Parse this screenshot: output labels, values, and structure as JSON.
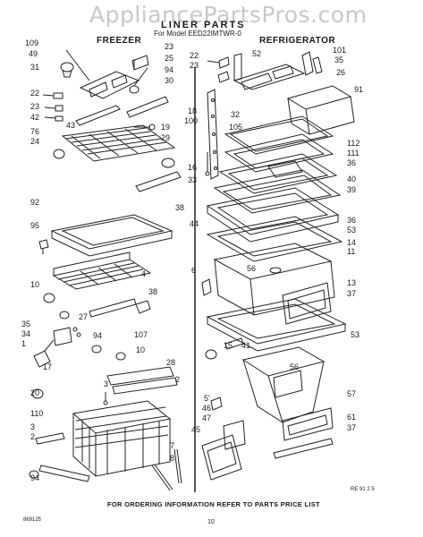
{
  "watermark": "AppliancePartsPros.com",
  "title": "LINER PARTS",
  "model_line": "For Model EED22IMTWR-0",
  "sections": {
    "freezer": "FREEZER",
    "refrigerator": "REFRIGERATOR"
  },
  "footer": "FOR ORDERING INFORMATION REFER TO PARTS PRICE LIST",
  "page_number": "10",
  "corner_code_left": "869125",
  "corner_code_right": "RE 91 2 5",
  "labels": {
    "l109": "109",
    "l49": "49",
    "l31": "31",
    "l22a": "22",
    "l23a": "23",
    "l42": "42",
    "l76": "76",
    "l24": "24",
    "l43": "43",
    "l23b": "23",
    "l25": "25",
    "l94a": "94",
    "l30": "30",
    "l19": "19",
    "l29": "29",
    "l38a": "38",
    "l92": "92",
    "l95": "95",
    "l4": "4",
    "l10a": "10",
    "l27": "27",
    "l38b": "38",
    "l107": "107",
    "l35a": "35",
    "l34": "34",
    "l1": "1",
    "l17": "17",
    "l94b": "94",
    "l10b": "10",
    "l3a": "3",
    "l28": "28",
    "l2a": "2",
    "l20": "20",
    "l110": "110",
    "l3b": "3",
    "l2b": "2",
    "l94c": "94",
    "l7": "7",
    "l8": "8",
    "l22b": "22",
    "l23c": "23",
    "l52": "52",
    "l101": "101",
    "l35b": "35",
    "l26": "26",
    "l91": "91",
    "l18": "18",
    "l100": "100",
    "l105": "105",
    "l32": "32",
    "l16": "16",
    "l33": "33",
    "l112": "112",
    "l111": "111",
    "l36a": "36",
    "l40": "40",
    "l39": "39",
    "l44": "44",
    "l36b": "36",
    "l53a": "53",
    "l14": "14",
    "l11": "11",
    "l56a": "56",
    "l6": "6",
    "l13": "13",
    "l37a": "37",
    "l53b": "53",
    "l15": "15",
    "l41": "41",
    "l56b": "56",
    "l5": "5'",
    "l46": "46",
    "l47": "47",
    "l57": "57",
    "l45": "45",
    "l61": "61",
    "l37b": "37"
  }
}
